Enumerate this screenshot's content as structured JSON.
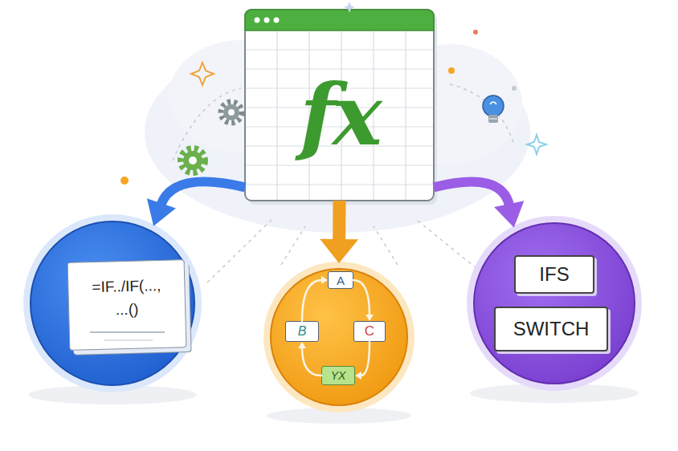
{
  "diagram": {
    "nodes": [
      {
        "text": [
          "fx"
        ]
      },
      {},
      {
        "text": [
          "=IF../IF(...,",
          "...()"
        ],
        "in": 1
      },
      {},
      {
        "text": [
          "A"
        ],
        "in": 3
      },
      {
        "text": [
          "B"
        ],
        "in": 3
      },
      {
        "text": [
          "C"
        ],
        "in": 3
      },
      {
        "text": [
          "YX"
        ],
        "in": 3
      },
      {},
      {
        "text": [
          "IFS"
        ],
        "in": 8
      },
      {
        "text": [
          "SWITCH"
        ],
        "in": 8
      }
    ],
    "edges": [
      {
        "from": 0,
        "to": 1,
        "arrow": "to"
      },
      {
        "from": 0,
        "to": 3,
        "arrow": "to"
      },
      {
        "from": 0,
        "to": 8,
        "arrow": "to"
      },
      {
        "from": 4,
        "to": 6,
        "arrow": "to"
      },
      {
        "from": 6,
        "to": 7,
        "arrow": "to"
      },
      {
        "from": 7,
        "to": 5,
        "arrow": "to"
      },
      {
        "from": 5,
        "to": 4,
        "arrow": "to"
      }
    ]
  }
}
